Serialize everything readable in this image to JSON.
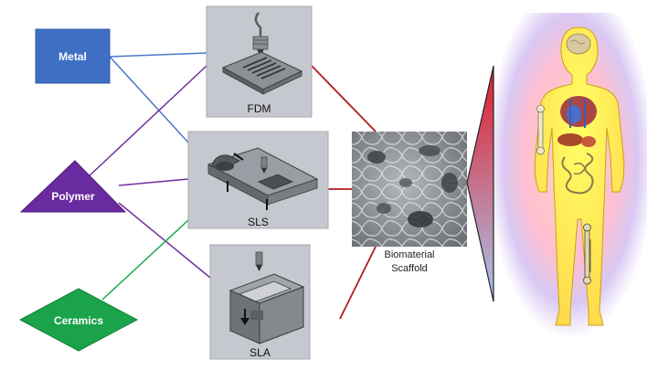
{
  "materials": {
    "metal": {
      "label": "Metal",
      "color": "#3f6fc3"
    },
    "polymer": {
      "label": "Polymer",
      "color": "#6a2aa0"
    },
    "ceramics": {
      "label": "Ceramics",
      "color": "#1aa34a"
    }
  },
  "processes": {
    "fdm": {
      "label": "FDM"
    },
    "sls": {
      "label": "SLS"
    },
    "sla": {
      "label": "SLA"
    }
  },
  "scaffold": {
    "label_line1": "Biomaterial",
    "label_line2": "Scaffold"
  },
  "colors": {
    "panel_bg": "#c6c8cf",
    "panel_border": "#a7a9b0",
    "link_metal": "#4a78c8",
    "link_polymer": "#7030a0",
    "link_ceramics": "#17a84c",
    "link_scaffold": "#b21a1a"
  }
}
